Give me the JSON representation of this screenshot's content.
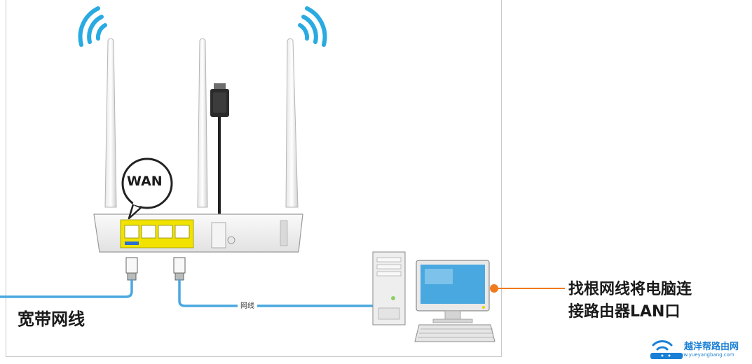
{
  "labels": {
    "wan": "WAN",
    "cable": "网线",
    "broadband": "宽带网线",
    "instruction_line1": "找根网线将电脑连",
    "instruction_line2": "接路由器LAN口"
  },
  "watermark": {
    "name": "越洋帮路由网",
    "url": "www.yueyangbang.com"
  },
  "colors": {
    "cable": "#4aa8e0",
    "wifi": "#29abe2",
    "wan_port": "#f2e200",
    "pointer": "#f07a1e",
    "watermark": "#1a7fd6"
  }
}
